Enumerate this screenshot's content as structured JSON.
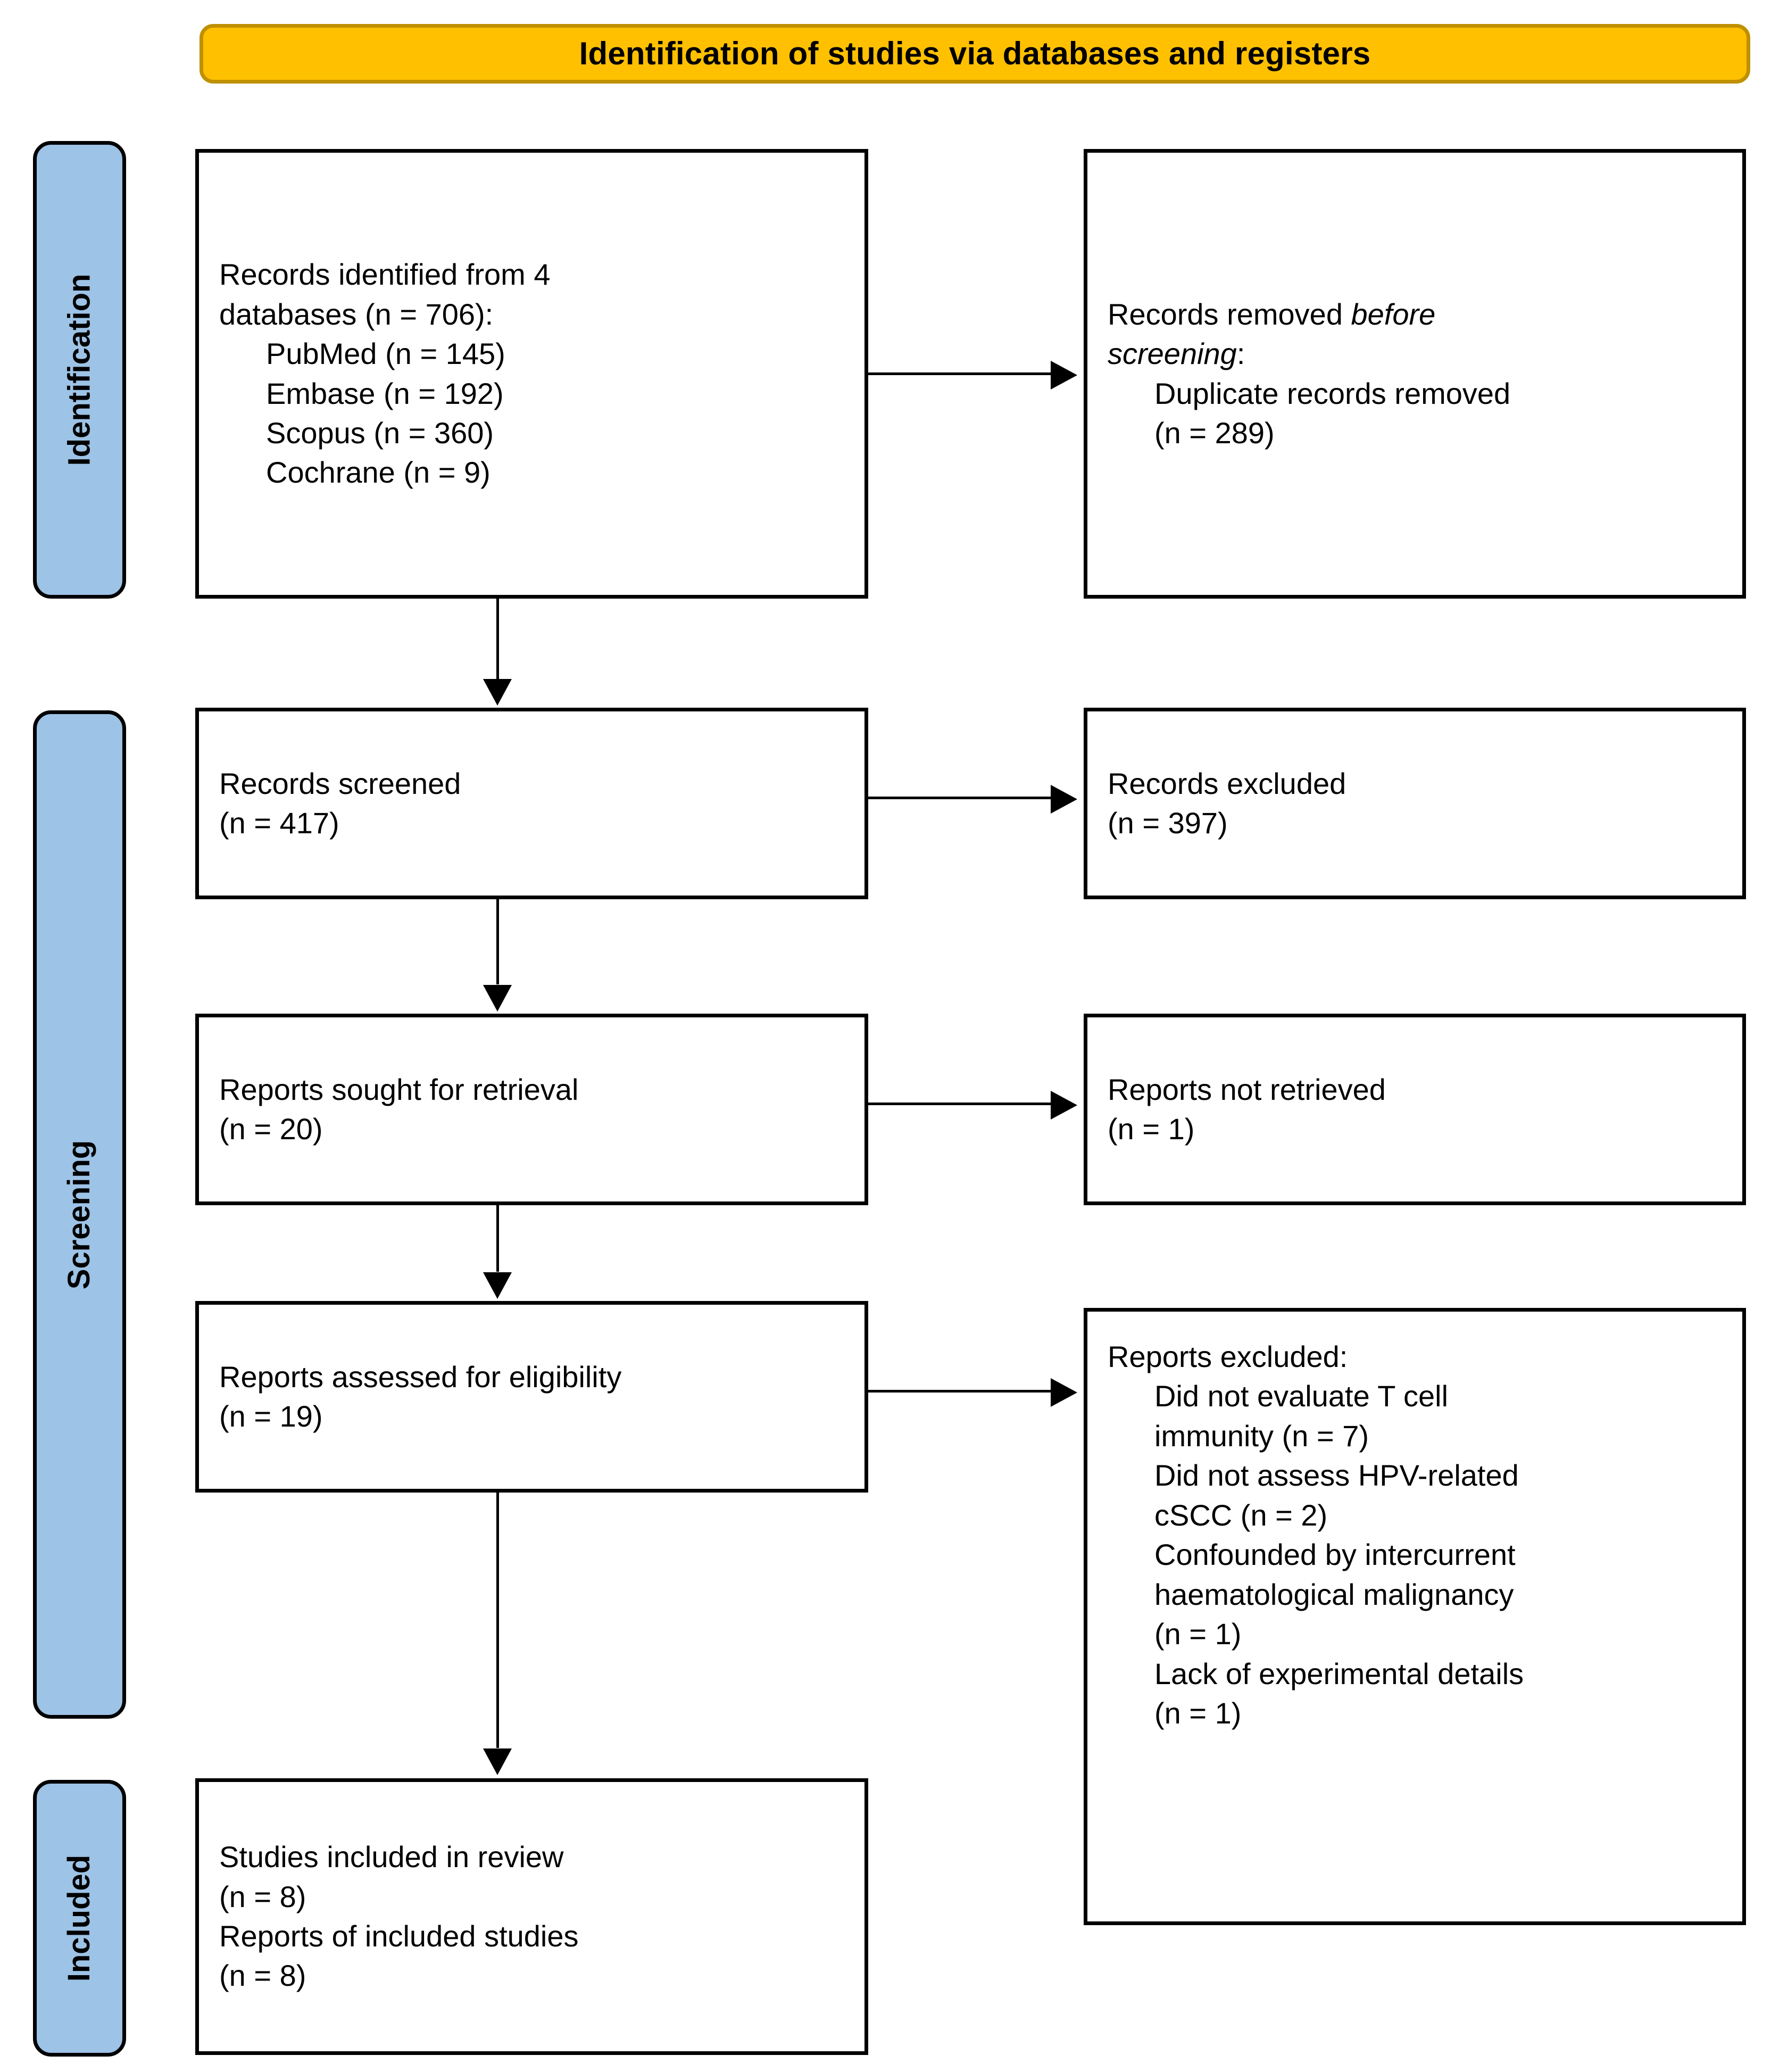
{
  "diagram": {
    "title": "Identification of studies via databases and registers",
    "colors": {
      "banner_fill": "#FFC000",
      "banner_border": "#BF9000",
      "stage_fill": "#9DC3E6",
      "stage_border": "#000000",
      "box_border": "#000000",
      "box_fill": "#FFFFFF",
      "text": "#000000"
    }
  },
  "stages": {
    "identification": "Identification",
    "screening": "Screening",
    "included": "Included"
  },
  "boxes": {
    "identified": {
      "heading": "Records identified from 4",
      "heading2": "databases (n = 706):",
      "sources": [
        "PubMed (n = 145)",
        "Embase (n = 192)",
        "Scopus (n = 360)",
        "Cochrane (n = 9)"
      ]
    },
    "removed": {
      "heading_pre": "Records removed ",
      "heading_em": "before",
      "heading2_em": "screening",
      "heading2_post": ":",
      "items": [
        "Duplicate records removed",
        "(n = 289)"
      ]
    },
    "screened": {
      "label": "Records screened",
      "count": "(n = 417)"
    },
    "excluded": {
      "label": "Records excluded",
      "count": "(n = 397)"
    },
    "sought": {
      "label": "Reports sought for retrieval",
      "count": "(n = 20)"
    },
    "not_retrieved": {
      "label": "Reports not retrieved",
      "count": "(n = 1)"
    },
    "assessed": {
      "label": "Reports assessed for eligibility",
      "count": "(n = 19)"
    },
    "reports_excluded": {
      "heading": "Reports excluded:",
      "reasons": [
        "Did not evaluate T cell",
        "immunity (n = 7)",
        "Did not assess HPV-related",
        "cSCC (n = 2)",
        "Confounded by intercurrent",
        "haematological malignancy",
        "(n = 1)",
        "Lack of experimental details",
        "(n = 1)"
      ]
    },
    "included": {
      "line1": "Studies included in review",
      "line2": "(n = 8)",
      "line3": "Reports of included studies",
      "line4": "(n = 8)"
    }
  },
  "chart_data": {
    "type": "table",
    "title": "Identification of studies via databases and registers",
    "nodes": [
      {
        "id": "identified",
        "stage": "Identification",
        "label": "Records identified from 4 databases",
        "n": 706
      },
      {
        "id": "pubmed",
        "stage": "Identification",
        "label": "PubMed",
        "n": 145
      },
      {
        "id": "embase",
        "stage": "Identification",
        "label": "Embase",
        "n": 192
      },
      {
        "id": "scopus",
        "stage": "Identification",
        "label": "Scopus",
        "n": 360
      },
      {
        "id": "cochrane",
        "stage": "Identification",
        "label": "Cochrane",
        "n": 9
      },
      {
        "id": "duplicates",
        "stage": "Identification",
        "label": "Duplicate records removed",
        "n": 289
      },
      {
        "id": "screened",
        "stage": "Screening",
        "label": "Records screened",
        "n": 417
      },
      {
        "id": "records_excluded",
        "stage": "Screening",
        "label": "Records excluded",
        "n": 397
      },
      {
        "id": "sought",
        "stage": "Screening",
        "label": "Reports sought for retrieval",
        "n": 20
      },
      {
        "id": "not_retrieved",
        "stage": "Screening",
        "label": "Reports not retrieved",
        "n": 1
      },
      {
        "id": "assessed",
        "stage": "Screening",
        "label": "Reports assessed for eligibility",
        "n": 19
      },
      {
        "id": "excl_tcell",
        "stage": "Screening",
        "label": "Did not evaluate T cell immunity",
        "n": 7
      },
      {
        "id": "excl_hpv",
        "stage": "Screening",
        "label": "Did not assess HPV-related cSCC",
        "n": 2
      },
      {
        "id": "excl_confounded",
        "stage": "Screening",
        "label": "Confounded by intercurrent haematological malignancy",
        "n": 1
      },
      {
        "id": "excl_details",
        "stage": "Screening",
        "label": "Lack of experimental details",
        "n": 1
      },
      {
        "id": "studies_included",
        "stage": "Included",
        "label": "Studies included in review",
        "n": 8
      },
      {
        "id": "reports_included",
        "stage": "Included",
        "label": "Reports of included studies",
        "n": 8
      }
    ],
    "edges": [
      {
        "from": "identified",
        "to": "duplicates",
        "type": "exclusion"
      },
      {
        "from": "identified",
        "to": "screened",
        "type": "flow"
      },
      {
        "from": "screened",
        "to": "records_excluded",
        "type": "exclusion"
      },
      {
        "from": "screened",
        "to": "sought",
        "type": "flow"
      },
      {
        "from": "sought",
        "to": "not_retrieved",
        "type": "exclusion"
      },
      {
        "from": "sought",
        "to": "assessed",
        "type": "flow"
      },
      {
        "from": "assessed",
        "to": "excl_tcell",
        "type": "exclusion"
      },
      {
        "from": "assessed",
        "to": "excl_hpv",
        "type": "exclusion"
      },
      {
        "from": "assessed",
        "to": "excl_confounded",
        "type": "exclusion"
      },
      {
        "from": "assessed",
        "to": "excl_details",
        "type": "exclusion"
      },
      {
        "from": "assessed",
        "to": "studies_included",
        "type": "flow"
      }
    ]
  }
}
